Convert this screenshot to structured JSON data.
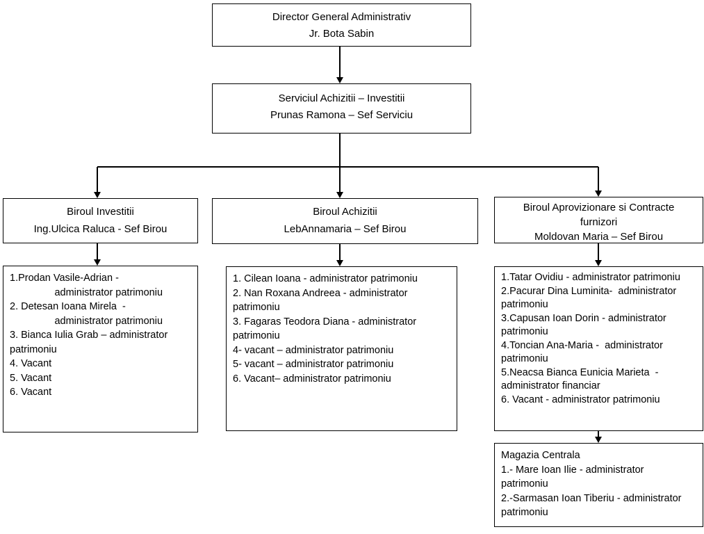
{
  "nodes": {
    "director": {
      "title": "Director General Administrativ",
      "subtitle": "Jr. Bota Sabin"
    },
    "serviciu": {
      "title": "Serviciul Achizitii – Investitii",
      "subtitle": "Prunas Ramona – Sef Serviciu"
    },
    "birou_investitii": {
      "title": "Biroul Investitii",
      "subtitle": "Ing.Ulcica Raluca - Sef Birou"
    },
    "birou_achizitii": {
      "title": "Biroul Achizitii",
      "subtitle": "LebAnnamaria – Sef Birou"
    },
    "birou_aprovizionare": {
      "title": "Biroul Aprovizionare si Contracte\nfurnizori",
      "subtitle": "Moldovan Maria – Sef Birou"
    },
    "staff_investitii": "1.Prodan Vasile-Adrian -\n                administrator patrimoniu\n2. Detesan Ioana Mirela  -\n                administrator patrimoniu\n3. Bianca Iulia Grab – administrator\npatrimoniu\n4. Vacant\n5. Vacant\n6. Vacant",
    "staff_achizitii": "1. Cilean Ioana - administrator patrimoniu\n2. Nan Roxana Andreea - administrator\npatrimoniu\n3. Fagaras Teodora Diana - administrator\npatrimoniu\n4- vacant – administrator patrimoniu\n5- vacant – administrator patrimoniu\n6. Vacant– administrator patrimoniu",
    "staff_aprovizionare": "1.Tatar Ovidiu - administrator patrimoniu\n2.Pacurar Dina Luminita-  administrator\npatrimoniu\n3.Capusan Ioan Dorin - administrator\npatrimoniu\n4.Toncian Ana-Maria -  administrator\npatrimoniu\n5.Neacsa Bianca Eunicia Marieta  -\nadministrator financiar\n6. Vacant - administrator patrimoniu",
    "magazia": "Magazia Centrala\n1.- Mare Ioan Ilie - administrator\npatrimoniu\n2.-Sarmasan Ioan Tiberiu - administrator\npatrimoniu"
  },
  "colors": {
    "line": "#000000",
    "border": "#000000",
    "background": "#ffffff"
  }
}
